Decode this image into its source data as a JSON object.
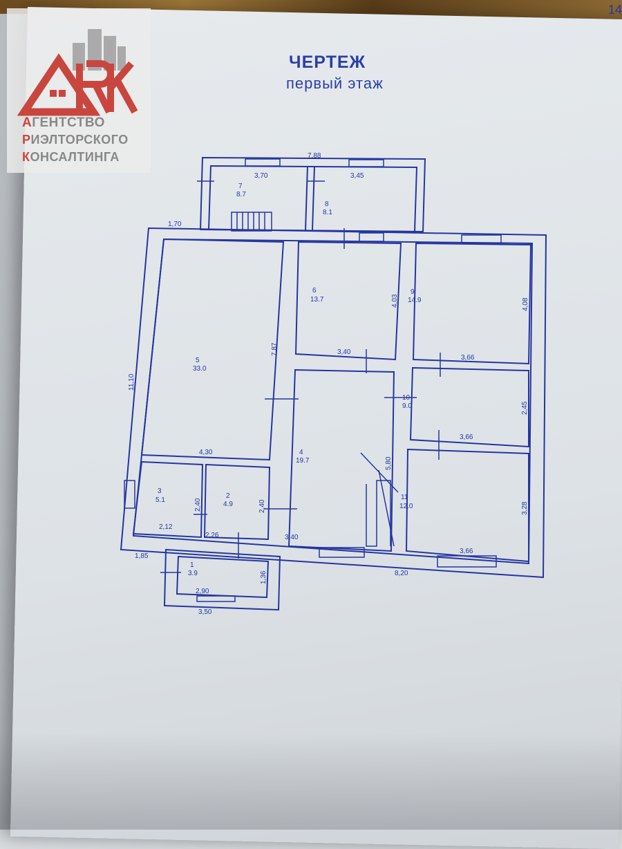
{
  "page_number": "14",
  "logo": {
    "lines": [
      "АГЕНТСТВО",
      "РИЭЛТОРСКОГО",
      "КОНСАЛТИНГА"
    ],
    "mark": "ARK"
  },
  "title": {
    "main": "ЧЕРТЕЖ",
    "sub": "первый этаж"
  },
  "rooms": [
    {
      "num": "1",
      "area": "3.9"
    },
    {
      "num": "2",
      "area": "4.9"
    },
    {
      "num": "3",
      "area": "5.1"
    },
    {
      "num": "4",
      "area": "19.7"
    },
    {
      "num": "5",
      "area": "33.0"
    },
    {
      "num": "6",
      "area": "13.7"
    },
    {
      "num": "7",
      "area": "8.7"
    },
    {
      "num": "8",
      "area": "8.1"
    },
    {
      "num": "9",
      "area": "14.9"
    },
    {
      "num": "10",
      "area": "9.0"
    },
    {
      "num": "11",
      "area": "12.0"
    }
  ],
  "dims": {
    "annex_total": "7,88",
    "room7_w": "3,70",
    "room8_w": "3,45",
    "annex_offset": "1,70",
    "total_height": "11,10",
    "room5_h": "7,87",
    "room5_w": "4,30",
    "room6_w": "3,40",
    "room6_h": "4,03",
    "room9_w": "3,66",
    "room9_h": "4,08",
    "room10_w": "3,66",
    "room10_h": "2,45",
    "room11_w": "3,66",
    "room11_h": "3,28",
    "room4_w": "3,40",
    "room4_h": "5,80",
    "room3_w": "2,12",
    "room3_h": "2,40",
    "room2_w": "2,26",
    "room2_h": "2,40",
    "porch_offset": "1,85",
    "room1_w": "2,90",
    "room1_h": "1,36",
    "porch_total": "3,50",
    "bottom_total": "8,20"
  },
  "colors": {
    "ink": "#2536a0",
    "logo_red": "#c9463f",
    "logo_grey": "#888888"
  }
}
